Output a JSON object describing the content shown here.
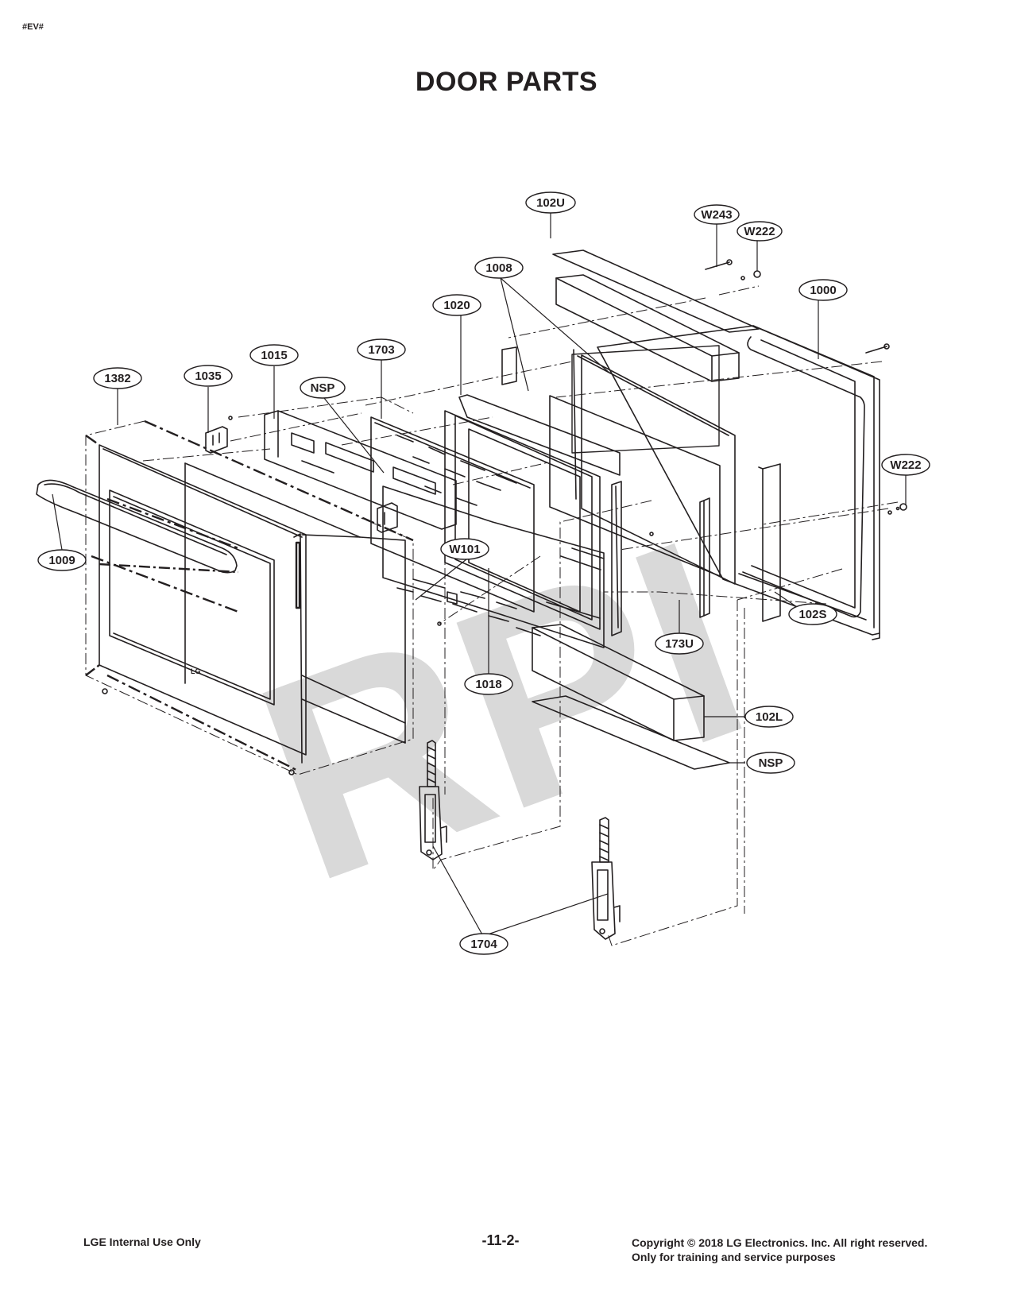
{
  "header": {
    "code": "#EV#",
    "title": "DOOR PARTS"
  },
  "watermark": "RPI",
  "diagram": {
    "labels": {
      "l102U": "102U",
      "lW243": "W243",
      "lW222a": "W222",
      "l1008": "1008",
      "l1000": "1000",
      "l1020": "1020",
      "l1703": "1703",
      "l1015": "1015",
      "lNSPa": "NSP",
      "l1035": "1035",
      "l1382": "1382",
      "lW222b": "W222",
      "l1009": "1009",
      "lW101": "W101",
      "l173U": "173U",
      "l102S": "102S",
      "l1018": "1018",
      "l102L": "102L",
      "lNSPb": "NSP",
      "l1704": "1704"
    },
    "logo_text": "LG"
  },
  "footer": {
    "left": "LGE Internal Use Only",
    "center": "-11-2-",
    "right_line1": "Copyright © 2018 LG Electronics. Inc. All right reserved.",
    "right_line2": "Only for training and service purposes"
  }
}
